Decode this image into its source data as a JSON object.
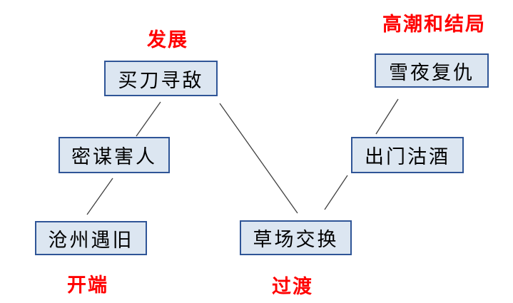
{
  "diagram": {
    "stages": [
      {
        "id": "development",
        "label": "发展"
      },
      {
        "id": "climax_ending",
        "label": "高潮和结局"
      },
      {
        "id": "beginning",
        "label": "开端"
      },
      {
        "id": "transition",
        "label": "过渡"
      }
    ],
    "nodes": [
      {
        "id": "buy-knife",
        "label": "买刀寻敌"
      },
      {
        "id": "snow-revenge",
        "label": "雪夜复仇"
      },
      {
        "id": "conspiracy",
        "label": "密谋害人"
      },
      {
        "id": "buy-wine",
        "label": "出门沽酒"
      },
      {
        "id": "cangzhou",
        "label": "沧州遇旧"
      },
      {
        "id": "haystack",
        "label": "草场交换"
      }
    ],
    "edges": [
      {
        "from": "买刀寻敌",
        "to": "密谋害人"
      },
      {
        "from": "密谋害人",
        "to": "沧州遇旧"
      },
      {
        "from": "买刀寻敌",
        "to": "草场交换"
      },
      {
        "from": "草场交换",
        "to": "出门沽酒"
      },
      {
        "from": "出门沽酒",
        "to": "雪夜复仇"
      }
    ],
    "colors": {
      "node_fill": "#dce6f1",
      "node_border": "#2f5597",
      "stage_label": "#ff0000",
      "connector": "#404040"
    }
  }
}
